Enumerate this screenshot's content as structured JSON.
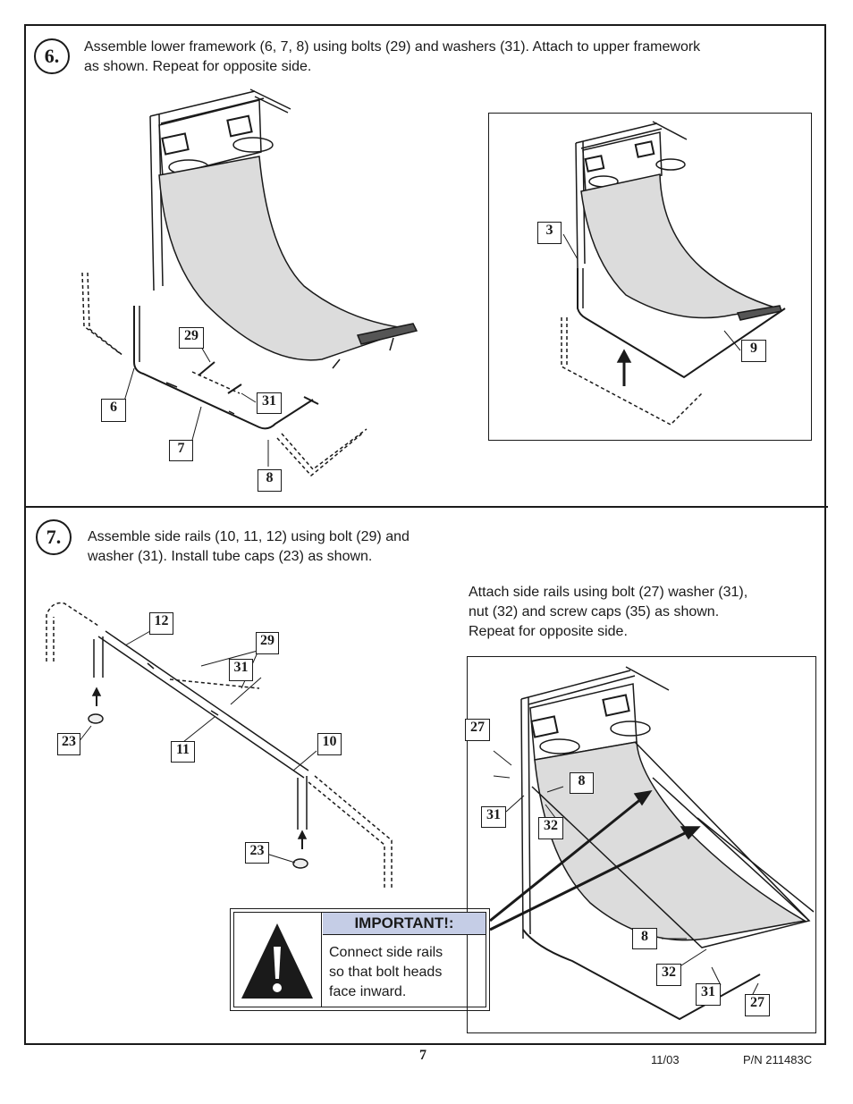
{
  "step6": {
    "number": "6.",
    "text_line1": "Assemble lower framework (6, 7, 8) using bolts (29) and washers (31).  Attach to upper framework",
    "text_line2": "as shown.  Repeat for opposite side.",
    "callouts": [
      "29",
      "31",
      "6",
      "7",
      "8"
    ],
    "inset_callouts": [
      "3",
      "9"
    ]
  },
  "step7": {
    "number": "7.",
    "text_line1": "Assemble side rails (10, 11, 12) using bolt (29) and",
    "text_line2": "washer (31). Install tube caps (23) as shown.",
    "attach_line1": "Attach side rails using bolt (27) washer (31),",
    "attach_line2": "nut (32) and screw caps (35) as shown.",
    "attach_line3": "Repeat for opposite side.",
    "callouts": [
      "12",
      "29",
      "31",
      "23",
      "11",
      "10",
      "23"
    ],
    "inset_callouts": [
      "27",
      "8",
      "31",
      "32",
      "8",
      "32",
      "31",
      "27"
    ]
  },
  "important": {
    "heading": "IMPORTANT!:",
    "line1": "Connect side rails",
    "line2": "so that bolt heads",
    "line3": "face inward.",
    "icon": "warning-triangle-icon",
    "heading_color": "#c5cde6"
  },
  "footer": {
    "page_number": "7",
    "date": "11/03",
    "part_number": "P/N 211483C"
  }
}
